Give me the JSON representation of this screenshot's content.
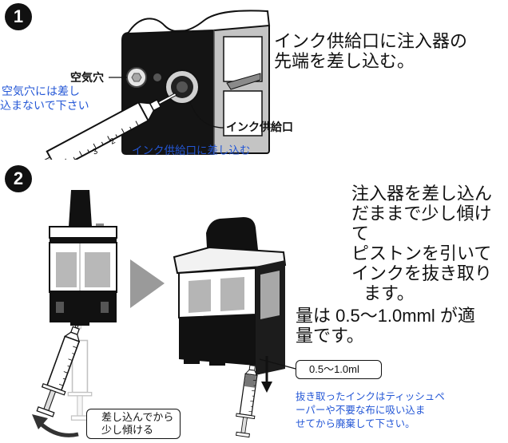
{
  "steps": [
    {
      "number": "1",
      "instruction_lines": [
        "インク供給口に注入器の",
        "先端を差し込む。"
      ],
      "labels": {
        "air_hole": "空気穴",
        "ink_supply_port": "インク供給口"
      },
      "warning_lines": [
        "空気穴には差し",
        "込まないで下さい"
      ],
      "insert_note": "インク供給口に差し込む",
      "syringe_scale": [
        "2",
        "3"
      ]
    },
    {
      "number": "2",
      "instruction_lines": [
        "注入器を差し込ん",
        "だままで少し傾け",
        "て",
        "ピストンを引いて",
        "インクを抜き取り",
        "ます。",
        "量は 0.5～1.0mml が適",
        "量です。"
      ],
      "tilt_note_lines": [
        "差し込んでから",
        "少し傾ける"
      ],
      "amount_label": "0.5～1.0ml",
      "disposal_lines": [
        "抜き取ったインクはティッシュペ",
        "ーパーや不要な布に吸い込ま",
        "せてから廃棄して下さい。"
      ]
    }
  ],
  "colors": {
    "note_blue": "#2457d6",
    "arrow_gray": "#9a9a9a",
    "ink_black": "#111111"
  }
}
